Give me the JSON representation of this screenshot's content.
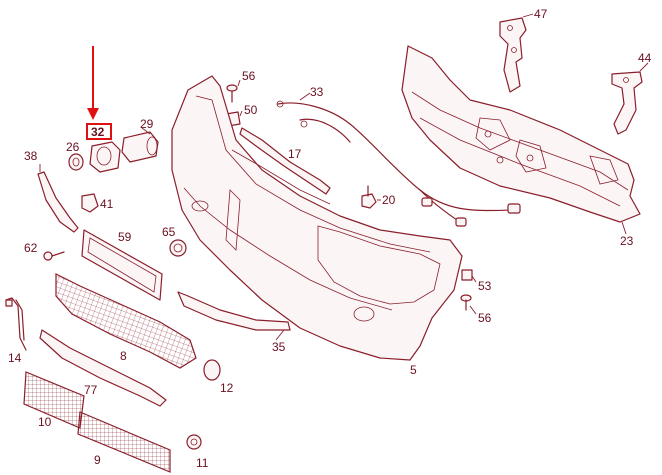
{
  "labels": {
    "p47": "47",
    "p44": "44",
    "p56a": "56",
    "p50": "50",
    "p33": "33",
    "p29": "29",
    "p32": "32",
    "p26": "26",
    "p38": "38",
    "p17": "17",
    "p20": "20",
    "p41": "41",
    "p23": "23",
    "p59": "59",
    "p65": "65",
    "p62": "62",
    "p53": "53",
    "p56b": "56",
    "p14": "14",
    "p8": "8",
    "p35": "35",
    "p5": "5",
    "p12": "12",
    "p77": "77",
    "p10": "10",
    "p9": "9",
    "p11": "11"
  },
  "highlight": {
    "part": "32",
    "color": "#e01010"
  },
  "colors": {
    "line": "#8a1f2b",
    "text": "#6a1020"
  }
}
